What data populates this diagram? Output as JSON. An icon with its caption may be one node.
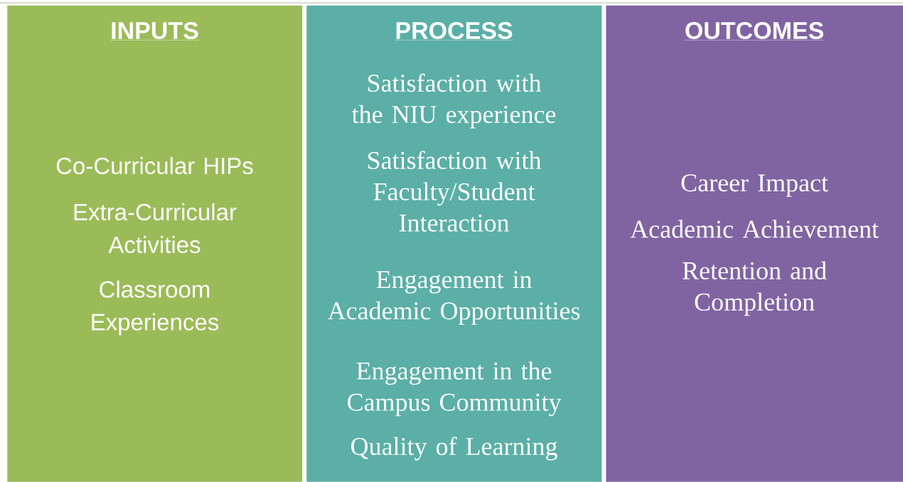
{
  "diagram": {
    "nodes": [
      {
        "text": [
          "INPUTS",
          "Co-Curricular HIPs",
          "Extra-Curricular Activities",
          "Classroom Experiences"
        ]
      },
      {
        "text": [
          "PROCESS",
          "Satisfaction with the NIU experience",
          "Satisfaction with Faculty/Student Interaction",
          "Engagement in Academic Opportunities",
          "Engagement in the Campus Community",
          "Quality of Learning"
        ]
      },
      {
        "text": [
          "OUTCOMES",
          "Career Impact",
          "Academic Achievement",
          "Retention and Completion"
        ]
      }
    ]
  }
}
